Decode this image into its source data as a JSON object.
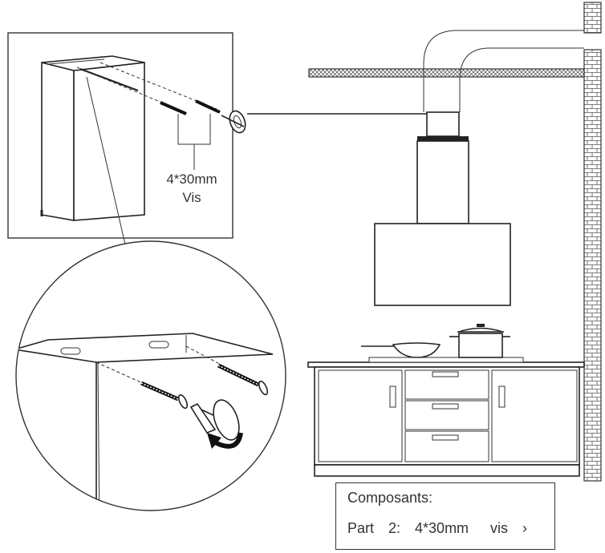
{
  "screw_label": {
    "size": "4*30mm",
    "word": "Vis"
  },
  "components": {
    "title": "Composants:",
    "items": [
      {
        "text": "Part  2:  4*30mm   vis  ›"
      }
    ]
  },
  "icons": [
    "screwdriver-icon",
    "rotation-arrow-icon",
    "screw-icon",
    "cooking-pot-icon",
    "wok-pan-icon"
  ]
}
